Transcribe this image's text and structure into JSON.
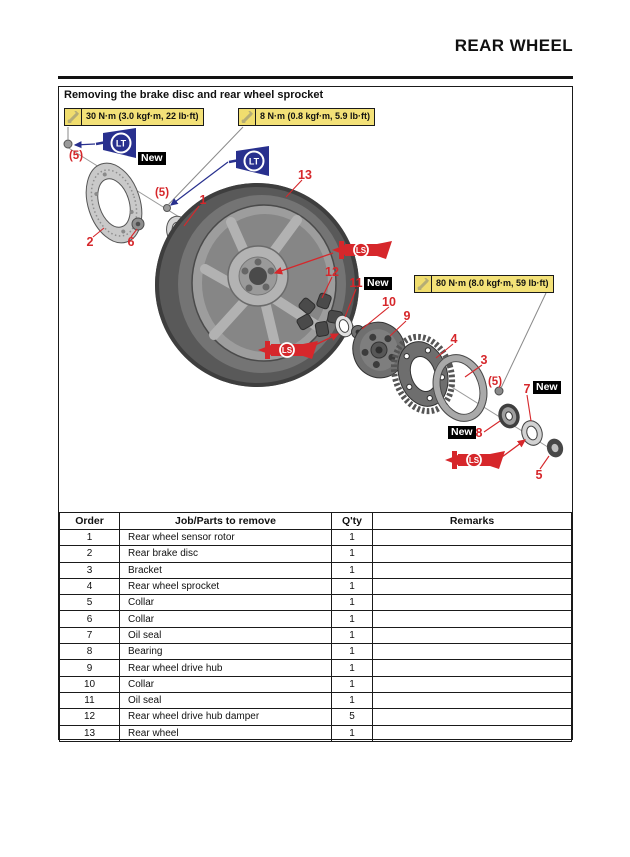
{
  "header": {
    "title": "REAR WHEEL"
  },
  "panel": {
    "title": "Removing the brake disc and rear wheel sprocket"
  },
  "diagram": {
    "new_label": "New",
    "qty_marker": "(5)",
    "torque_specs": [
      {
        "text": "30 N·m (3.0 kgf·m, 22 lb·ft)"
      },
      {
        "text": "8 N·m (0.8 kgf·m, 5.9 lb·ft)"
      },
      {
        "text": "80 N·m (8.0 kgf·m, 59 lb·ft)"
      }
    ],
    "icon_labels": {
      "lt": "LT",
      "ls": "LS"
    },
    "callouts": [
      "1",
      "2",
      "3",
      "4",
      "5",
      "6",
      "7",
      "8",
      "9",
      "10",
      "11",
      "12",
      "13"
    ]
  },
  "table": {
    "headers": [
      "Order",
      "Job/Parts to remove",
      "Q'ty",
      "Remarks"
    ],
    "rows": [
      {
        "order": "1",
        "job": "Rear wheel sensor rotor",
        "qty": "1",
        "remarks": ""
      },
      {
        "order": "2",
        "job": "Rear brake disc",
        "qty": "1",
        "remarks": ""
      },
      {
        "order": "3",
        "job": "Bracket",
        "qty": "1",
        "remarks": ""
      },
      {
        "order": "4",
        "job": "Rear wheel sprocket",
        "qty": "1",
        "remarks": ""
      },
      {
        "order": "5",
        "job": "Collar",
        "qty": "1",
        "remarks": ""
      },
      {
        "order": "6",
        "job": "Collar",
        "qty": "1",
        "remarks": ""
      },
      {
        "order": "7",
        "job": "Oil seal",
        "qty": "1",
        "remarks": ""
      },
      {
        "order": "8",
        "job": "Bearing",
        "qty": "1",
        "remarks": ""
      },
      {
        "order": "9",
        "job": "Rear wheel drive hub",
        "qty": "1",
        "remarks": ""
      },
      {
        "order": "10",
        "job": "Collar",
        "qty": "1",
        "remarks": ""
      },
      {
        "order": "11",
        "job": "Oil seal",
        "qty": "1",
        "remarks": ""
      },
      {
        "order": "12",
        "job": "Rear wheel drive hub damper",
        "qty": "5",
        "remarks": ""
      },
      {
        "order": "13",
        "job": "Rear wheel",
        "qty": "1",
        "remarks": ""
      }
    ]
  },
  "colors": {
    "callout_red": "#d6272b",
    "torque_label_bg": "#f3e178",
    "loctite_blue": "#28308e",
    "new_badge_bg": "#000000"
  }
}
